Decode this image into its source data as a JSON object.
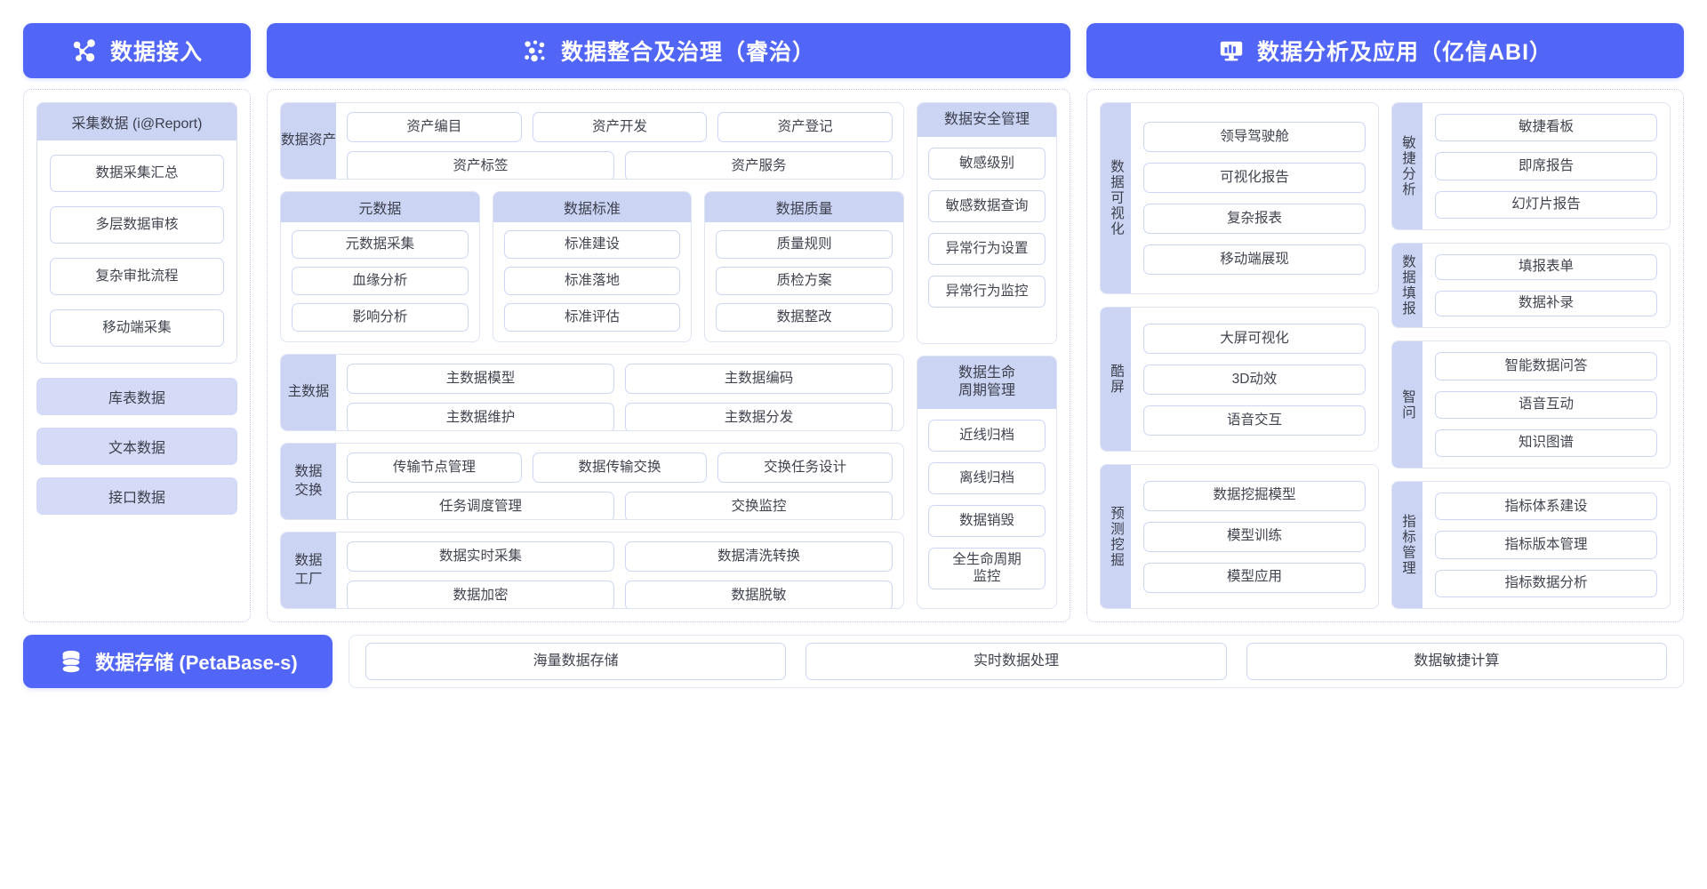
{
  "headers": {
    "ingest": {
      "title": "数据接入",
      "icon": "network-nodes-icon",
      "color": "#5165f6"
    },
    "govern": {
      "title": "数据整合及治理（睿治）",
      "icon": "dots-cluster-icon",
      "color": "#5165f6"
    },
    "analyze": {
      "title": "数据分析及应用（亿信ABI）",
      "icon": "monitor-chart-icon",
      "color": "#5165f6"
    }
  },
  "ingest": {
    "card": {
      "title": "采集数据 (i@Report)",
      "items": [
        "数据采集汇总",
        "多层数据审核",
        "复杂审批流程",
        "移动端采集"
      ]
    },
    "bars": [
      "库表数据",
      "文本数据",
      "接口数据"
    ]
  },
  "govern": {
    "asset": {
      "label": "数据资产",
      "rows": [
        [
          "资产编目",
          "资产开发",
          "资产登记"
        ],
        [
          "资产标签",
          "资产服务"
        ]
      ]
    },
    "trio": [
      {
        "title": "元数据",
        "items": [
          "元数据采集",
          "血缘分析",
          "影响分析"
        ]
      },
      {
        "title": "数据标准",
        "items": [
          "标准建设",
          "标准落地",
          "标准评估"
        ]
      },
      {
        "title": "数据质量",
        "items": [
          "质量规则",
          "质检方案",
          "数据整改"
        ]
      }
    ],
    "master": {
      "label": "主数据",
      "rows": [
        [
          "主数据模型",
          "主数据编码"
        ],
        [
          "主数据维护",
          "主数据分发"
        ]
      ]
    },
    "exchange": {
      "label": "数据\n交换",
      "rows": [
        [
          "传输节点管理",
          "数据传输交换",
          "交换任务设计"
        ],
        [
          "任务调度管理",
          "交换监控"
        ]
      ]
    },
    "factory": {
      "label": "数据\n工厂",
      "rows": [
        [
          "数据实时采集",
          "数据清洗转换"
        ],
        [
          "数据加密",
          "数据脱敏"
        ]
      ]
    },
    "security": {
      "title": "数据安全管理",
      "items": [
        "敏感级别",
        "敏感数据查询",
        "异常行为设置",
        "异常行为监控"
      ]
    },
    "lifecycle": {
      "title": "数据生命\n周期管理",
      "items": [
        "近线归档",
        "离线归档",
        "数据销毁",
        "全生命周期\n监控"
      ]
    }
  },
  "analyze": {
    "left": [
      {
        "label": "数据可视化",
        "items": [
          "领导驾驶舱",
          "可视化报告",
          "复杂报表",
          "移动端展现"
        ]
      },
      {
        "label": "酷屏",
        "items": [
          "大屏可视化",
          "3D动效",
          "语音交互"
        ]
      },
      {
        "label": "预测挖掘",
        "items": [
          "数据挖掘模型",
          "模型训练",
          "模型应用"
        ]
      }
    ],
    "right": [
      {
        "label": "敏捷分析",
        "items": [
          "敏捷看板",
          "即席报告",
          "幻灯片报告"
        ]
      },
      {
        "label": "数据填报",
        "items": [
          "填报表单",
          "数据补录"
        ]
      },
      {
        "label": "智问",
        "items": [
          "智能数据问答",
          "语音互动",
          "知识图谱"
        ]
      },
      {
        "label": "指标管理",
        "items": [
          "指标体系建设",
          "指标版本管理",
          "指标数据分析"
        ]
      }
    ]
  },
  "storage": {
    "title": "数据存储 (PetaBase-s)",
    "icon": "database-icon",
    "items": [
      "海量数据存储",
      "实时数据处理",
      "数据敏捷计算"
    ]
  }
}
